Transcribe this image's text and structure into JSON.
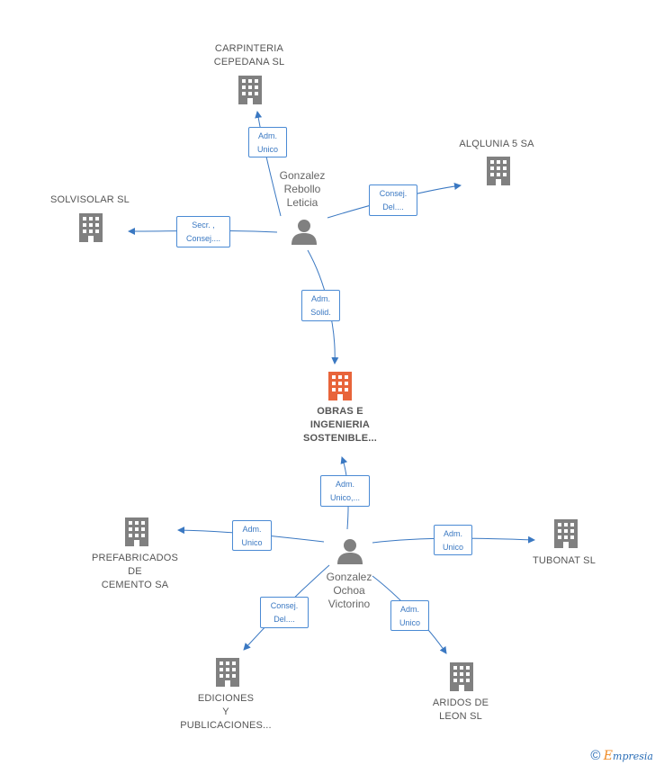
{
  "colors": {
    "edge": "#3a78c2",
    "company_icon": "#808080",
    "main_icon": "#e8643a",
    "person_icon": "#808080"
  },
  "main_company": {
    "label_lines": [
      "OBRAS E",
      "INGENIERIA",
      "SOSTENIBLE..."
    ],
    "icon": "building-icon"
  },
  "persons": [
    {
      "id": "p1",
      "label_lines": [
        "Gonzalez",
        "Rebollo",
        "Leticia"
      ],
      "icon": "person-icon"
    },
    {
      "id": "p2",
      "label_lines": [
        "Gonzalez",
        "Ochoa",
        "Victorino"
      ],
      "icon": "person-icon"
    }
  ],
  "companies": [
    {
      "id": "c1",
      "label_lines": [
        "CARPINTERIA",
        "CEPEDANA SL"
      ],
      "icon": "building-icon"
    },
    {
      "id": "c2",
      "label_lines": [
        "ALQLUNIA 5 SA"
      ],
      "icon": "building-icon"
    },
    {
      "id": "c3",
      "label_lines": [
        "SOLVISOLAR SL"
      ],
      "icon": "building-icon"
    },
    {
      "id": "c4",
      "label_lines": [
        "PREFABRICADOS",
        "DE",
        "CEMENTO SA"
      ],
      "icon": "building-icon"
    },
    {
      "id": "c5",
      "label_lines": [
        "TUBONAT SL"
      ],
      "icon": "building-icon"
    },
    {
      "id": "c6",
      "label_lines": [
        "EDICIONES",
        "Y",
        "PUBLICACIONES..."
      ],
      "icon": "building-icon"
    },
    {
      "id": "c7",
      "label_lines": [
        "ARIDOS DE",
        "LEON SL"
      ],
      "icon": "building-icon"
    }
  ],
  "edges": [
    {
      "id": "e1",
      "from": "p1",
      "to": "c1",
      "label_lines": [
        "Adm.",
        "Unico"
      ]
    },
    {
      "id": "e2",
      "from": "p1",
      "to": "c2",
      "label_lines": [
        "Consej.",
        "Del...."
      ]
    },
    {
      "id": "e3",
      "from": "p1",
      "to": "c3",
      "label_lines": [
        "Secr. ,",
        "Consej...."
      ]
    },
    {
      "id": "e4",
      "from": "p1",
      "to": "main",
      "label_lines": [
        "Adm.",
        "Solid."
      ]
    },
    {
      "id": "e5",
      "from": "p2",
      "to": "main",
      "label_lines": [
        "Adm.",
        "Unico,..."
      ]
    },
    {
      "id": "e6",
      "from": "p2",
      "to": "c4",
      "label_lines": [
        "Adm.",
        "Unico"
      ]
    },
    {
      "id": "e7",
      "from": "p2",
      "to": "c5",
      "label_lines": [
        "Adm.",
        "Unico"
      ]
    },
    {
      "id": "e8",
      "from": "p2",
      "to": "c6",
      "label_lines": [
        "Consej.",
        "Del...."
      ]
    },
    {
      "id": "e9",
      "from": "p2",
      "to": "c7",
      "label_lines": [
        "Adm.",
        "Unico"
      ]
    }
  ],
  "footer": {
    "copyright": "©",
    "brand_initial": "E",
    "brand_rest": "mpresia"
  }
}
